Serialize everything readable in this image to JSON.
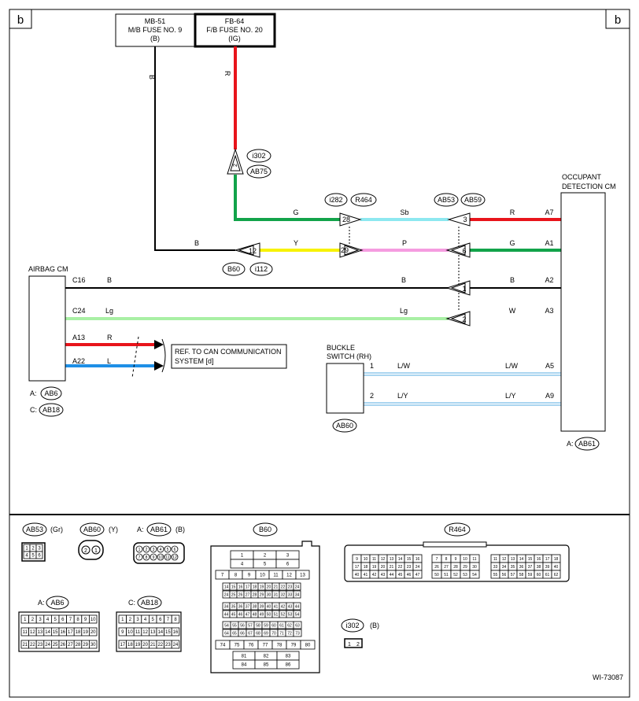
{
  "corner": {
    "left": "b",
    "right": "b"
  },
  "fuses": {
    "mb": {
      "line1": "MB-51",
      "line2": "M/B FUSE NO. 9",
      "line3": "(B)"
    },
    "fb": {
      "line1": "FB-64",
      "line2": "F/B FUSE NO. 20",
      "line3": "(IG)"
    }
  },
  "wire_colors": {
    "B": "#000000",
    "R": "#e8141b",
    "G": "#12a34a",
    "Sb": "#8de8f0",
    "Y": "#f7f200",
    "P": "#f59ce0",
    "Lg": "#a9f0a5",
    "L": "#1e8fe6",
    "LW": "#78bce8",
    "LY": "#78bce8"
  },
  "labels": {
    "wire_B_vertical": "B",
    "wire_R_vertical": "R",
    "i302": "i302",
    "ab75": "AB75",
    "i282": "i282",
    "r464": "R464",
    "ab53": "AB53",
    "ab59": "AB59",
    "wire_G_upper": "G",
    "wire_Sb": "Sb",
    "wire_R_right": "R",
    "pin_A7": "A7",
    "wire_B_left": "B",
    "wire_Y": "Y",
    "wire_P": "P",
    "wire_G_right": "G",
    "pin_A1": "A1",
    "b60": "B60",
    "i112": "i112",
    "airbag_cm": "AIRBAG CM",
    "pin_C16": "C16",
    "wire_C16": "B",
    "wire_B_mid": "B",
    "wire_B_odc": "B",
    "pin_A2": "A2",
    "pin_C24": "C24",
    "wire_C24": "Lg",
    "wire_Lg_mid": "Lg",
    "wire_W": "W",
    "pin_A3": "A3",
    "pin_A13": "A13",
    "wire_A13": "R",
    "pin_A22": "A22",
    "wire_A22": "L",
    "ref_line1": "REF. TO CAN COMMUNICATION",
    "ref_line2": "SYSTEM [d]",
    "odc_line1": "OCCUPANT",
    "odc_line2": "DETECTION CM",
    "buckle_line1": "BUCKLE",
    "buckle_line2": "SWITCH (RH)",
    "pin_1": "1",
    "wire_LW": "L/W",
    "wire_LW_r": "L/W",
    "pin_A5": "A5",
    "pin_2": "2",
    "wire_LY": "L/Y",
    "wire_LY_r": "L/Y",
    "pin_A9": "A9",
    "a_prefix": "A:",
    "c_prefix": "C:",
    "ab6": "AB6",
    "ab18": "AB18",
    "ab60": "AB60",
    "ab61_a": "A:",
    "ab61": "AB61"
  },
  "connector_pins": {
    "p2": "2",
    "p28": "28",
    "p3": "3",
    "p12": "12",
    "p29": "29",
    "p6": "6",
    "p1": "1",
    "p2b": "2"
  },
  "legend": {
    "ab53": {
      "name": "AB53",
      "color": "(Gr)"
    },
    "ab60": {
      "name": "AB60",
      "color": "(Y)"
    },
    "ab61": {
      "prefix": "A:",
      "name": "AB61",
      "color": "(B)"
    },
    "b60": {
      "name": "B60"
    },
    "r464": {
      "name": "R464"
    },
    "ab6": {
      "prefix": "A:",
      "name": "AB6"
    },
    "ab18": {
      "prefix": "C:",
      "name": "AB18"
    },
    "i302": {
      "name": "i302",
      "color": "(B)"
    }
  },
  "figure_id": "WI-73087"
}
